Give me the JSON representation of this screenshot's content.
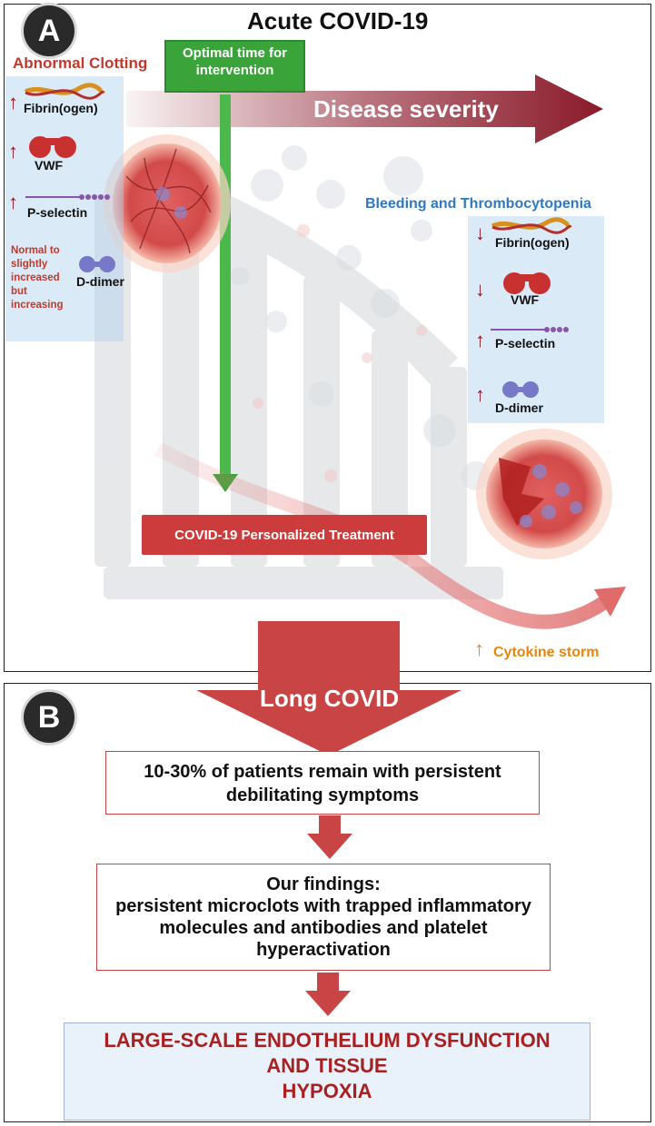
{
  "panel_a": {
    "badge": "A",
    "title": "Acute COVID-19",
    "abnormal_clotting": "Abnormal Clotting",
    "optimal_time": "Optimal time for intervention",
    "disease_severity": "Disease severity",
    "left_markers": {
      "fibrin": "Fibrin(ogen)",
      "vwf": "VWF",
      "pselectin": "P-selectin",
      "ddimer": "D-dimer",
      "ddimer_note": "Normal to slightly increased but increasing"
    },
    "bleeding_title": "Bleeding and Thrombocytopenia",
    "right_markers": {
      "fibrin": "Fibrin(ogen)",
      "vwf": "VWF",
      "pselectin": "P-selectin",
      "ddimer": "D-dimer"
    },
    "treatment": "COVID-19 Personalized Treatment",
    "cytokine_storm": "Cytokine storm"
  },
  "panel_b": {
    "badge": "B",
    "long_covid": "Long COVID",
    "box1": "10-30% of patients remain with persistent debilitating symptoms",
    "box2_heading": "Our findings:",
    "box2_body": "persistent microclots with trapped inflammatory molecules and antibodies and platelet hyperactivation",
    "final_line1": "LARGE-SCALE ENDOTHELIUM DYSFUNCTION",
    "final_line2": "AND TISSUE",
    "final_line3": "HYPOXIA"
  },
  "colors": {
    "severity_arrow": "#8a1a2a",
    "green": "#3aa43a",
    "treatment_red": "#cd3c3c",
    "marker_up": "#8a1a2a",
    "storm_orange": "#e8860c",
    "title_red": "#c0392b",
    "title_blue": "#2e78c4"
  }
}
